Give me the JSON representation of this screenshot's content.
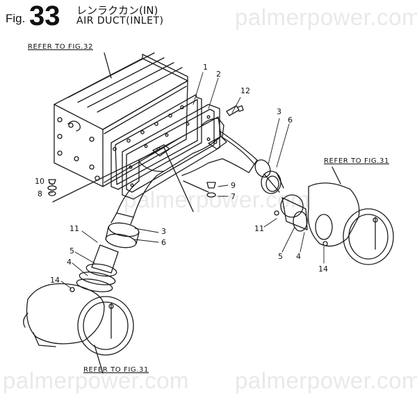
{
  "header": {
    "fig_label": "Fig.",
    "fig_number": "33",
    "title_jp": "レンラクカン(IN)",
    "title_en": "AIR DUCT(INLET)"
  },
  "references": {
    "top_left": "REFER TO FIG.32",
    "right": "REFER TO FIG.31",
    "bottom": "REFER TO FIG.31"
  },
  "watermark": "palmerpower.com",
  "callouts": {
    "c1": "1",
    "c2": "2",
    "c12": "12",
    "c3a": "3",
    "c6a": "6",
    "c10": "10",
    "c8": "8",
    "c9": "9",
    "c7": "7",
    "c11a": "11",
    "c3b": "3",
    "c6b": "6",
    "c5a": "5",
    "c4a": "4",
    "c14a": "14",
    "c11b": "11",
    "c5b": "5",
    "c4b": "4",
    "c14b": "14"
  }
}
